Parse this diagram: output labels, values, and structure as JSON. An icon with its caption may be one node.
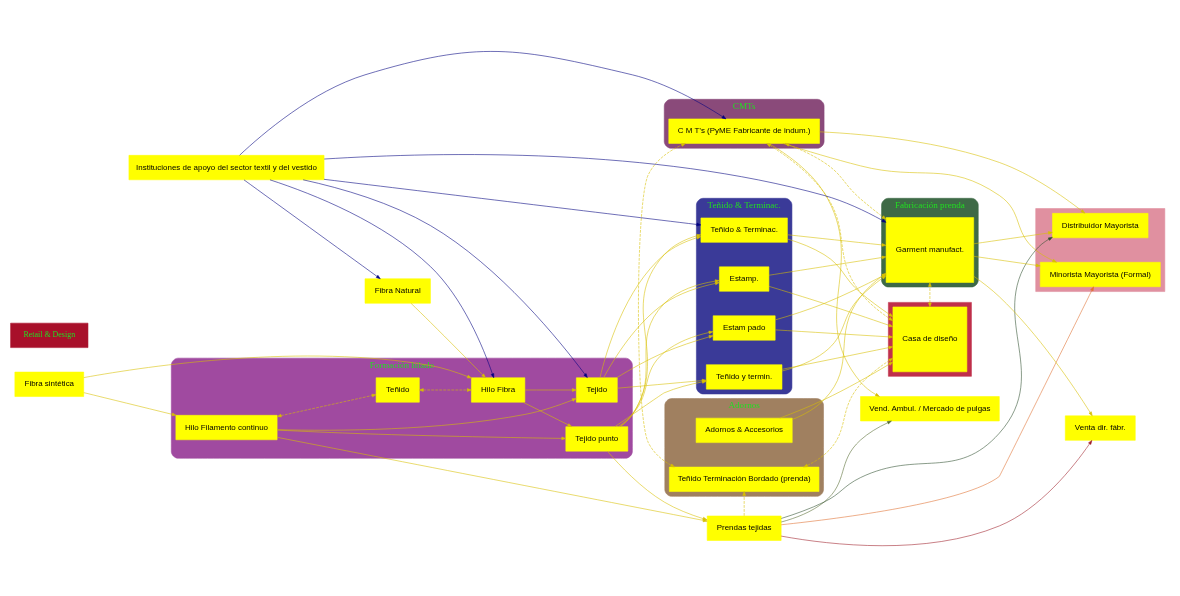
{
  "diagram": {
    "nodes": [
      {
        "text": [
          "Prendas tejidas"
        ]
      },
      {
        "text": [
          "Formación hilado"
        ]
      },
      {
        "text": [
          "Teñido & Terminac."
        ]
      },
      {
        "text": [
          "Adornos"
        ]
      },
      {
        "text": [
          "Fibra sintética"
        ]
      },
      {
        "text": [
          "Hilo Filamento continuo"
        ],
        "in": 1
      },
      {
        "text": [
          "Tejido punto"
        ],
        "in": 1
      },
      {
        "text": [
          "Teñido"
        ],
        "in": 1
      },
      {
        "text": [
          "Fibra Natural"
        ]
      },
      {
        "text": [
          "Hilo Fibra"
        ],
        "in": 1
      },
      {
        "text": [
          "Tejido"
        ],
        "in": 1
      },
      {
        "text": [
          "Estam pado"
        ],
        "in": 2
      },
      {
        "text": [
          "Teñido y termin."
        ],
        "in": 2
      },
      {
        "text": [
          "Estamp."
        ],
        "in": 2
      },
      {
        "text": [
          "Teñido & Terminac."
        ],
        "in": 2
      },
      {
        "text": [
          "Adornos & Accesorios"
        ],
        "in": 3
      },
      {
        "text": [
          "Teñido Terminación Bordado (prenda)"
        ],
        "in": 3
      },
      {
        "text": [],
        "shape": "box"
      },
      {
        "text": [
          "Casa de diseño"
        ],
        "in": 17
      },
      {
        "text": [
          "CMTs"
        ]
      },
      {
        "text": [
          "C M T’s (PyME Fabricante de indum.)"
        ],
        "in": 19
      },
      {
        "text": [
          "Fabricación prenda"
        ]
      },
      {
        "text": [
          "Garment manufact."
        ],
        "in": 21
      },
      {
        "text": [
          "Retail & Design"
        ]
      },
      {
        "text": [
          "Vend. Ambul. / Mercado de pulgas"
        ]
      },
      {
        "text": [
          "Venta dir. fábr."
        ]
      },
      {
        "text": [],
        "shape": "box"
      },
      {
        "text": [
          "Distribuidor Mayorista"
        ],
        "in": 26
      },
      {
        "text": [
          "Minorista Mayorista (Formal)"
        ],
        "in": 26
      },
      {
        "text": [
          "Instituciones de apoyo del sector textil y del vestido"
        ]
      }
    ],
    "edges": [
      {
        "from": 4,
        "to": 5,
        "arrow": "to"
      },
      {
        "from": 4,
        "to": 9,
        "arrow": "to"
      },
      {
        "from": 8,
        "to": 9,
        "arrow": "to"
      },
      {
        "from": 5,
        "to": 7,
        "arrow": "both",
        "style": "dashed"
      },
      {
        "from": 7,
        "to": 9,
        "arrow": "both",
        "style": "dashed"
      },
      {
        "from": 5,
        "to": 0,
        "arrow": "to"
      },
      {
        "from": 5,
        "to": 6,
        "arrow": "to"
      },
      {
        "from": 5,
        "to": 10,
        "arrow": "to"
      },
      {
        "from": 9,
        "to": 6,
        "arrow": "to"
      },
      {
        "from": 9,
        "to": 10,
        "arrow": "to"
      },
      {
        "from": 6,
        "to": 0,
        "arrow": "to"
      },
      {
        "from": 6,
        "to": 11,
        "arrow": "to"
      },
      {
        "from": 6,
        "to": 12,
        "arrow": "to"
      },
      {
        "from": 6,
        "to": 13,
        "arrow": "to"
      },
      {
        "from": 6,
        "to": 14,
        "arrow": "to"
      },
      {
        "from": 10,
        "to": 11,
        "arrow": "to"
      },
      {
        "from": 10,
        "to": 12,
        "arrow": "to"
      },
      {
        "from": 10,
        "to": 13,
        "arrow": "to"
      },
      {
        "from": 10,
        "to": 14,
        "arrow": "to"
      },
      {
        "from": 11,
        "to": 18,
        "arrow": "to"
      },
      {
        "from": 11,
        "to": 22,
        "arrow": "to"
      },
      {
        "from": 12,
        "to": 18,
        "arrow": "to"
      },
      {
        "from": 12,
        "to": 22,
        "arrow": "to"
      },
      {
        "from": 13,
        "to": 18,
        "arrow": "to"
      },
      {
        "from": 13,
        "to": 22,
        "arrow": "to"
      },
      {
        "from": 14,
        "to": 18,
        "arrow": "to"
      },
      {
        "from": 14,
        "to": 22,
        "arrow": "to"
      },
      {
        "from": 15,
        "to": 18,
        "arrow": "to"
      },
      {
        "from": 15,
        "to": 22,
        "arrow": "to"
      },
      {
        "from": 0,
        "to": 16,
        "arrow": "to",
        "style": "dashed"
      },
      {
        "from": 16,
        "to": 20,
        "arrow": "both",
        "style": "dashed"
      },
      {
        "from": 16,
        "to": 18,
        "arrow": "both",
        "style": "dashed"
      },
      {
        "from": 18,
        "to": 22,
        "arrow": "both",
        "style": "dashed"
      },
      {
        "from": 20,
        "to": 18,
        "arrow": "both",
        "style": "dashed"
      },
      {
        "from": 20,
        "to": 22,
        "arrow": "both",
        "style": "dashed"
      },
      {
        "from": 20,
        "to": 24,
        "arrow": "to"
      },
      {
        "from": 20,
        "to": 27,
        "arrow": "to"
      },
      {
        "from": 20,
        "to": 28,
        "arrow": "to"
      },
      {
        "from": 22,
        "to": 25,
        "arrow": "to"
      },
      {
        "from": 22,
        "to": 27,
        "arrow": "to"
      },
      {
        "from": 22,
        "to": 28,
        "arrow": "to"
      },
      {
        "from": 0,
        "to": 24,
        "arrow": "to",
        "color": "#556b2f"
      },
      {
        "from": 0,
        "to": 25,
        "arrow": "to",
        "color": "#a0202a"
      },
      {
        "from": 0,
        "to": 27,
        "arrow": "to",
        "color": "#2f4f2f"
      },
      {
        "from": 0,
        "to": 28,
        "arrow": "to",
        "color": "#e07030"
      },
      {
        "from": 29,
        "to": 8,
        "arrow": "to",
        "color": "#000080"
      },
      {
        "from": 29,
        "to": 9,
        "arrow": "to",
        "color": "#000080"
      },
      {
        "from": 29,
        "to": 10,
        "arrow": "to",
        "color": "#000080"
      },
      {
        "from": 29,
        "to": 14,
        "arrow": "to",
        "color": "#000080"
      },
      {
        "from": 29,
        "to": 22,
        "arrow": "to",
        "color": "#000080"
      },
      {
        "from": 29,
        "to": 20,
        "arrow": "to",
        "color": "#000080"
      }
    ]
  }
}
